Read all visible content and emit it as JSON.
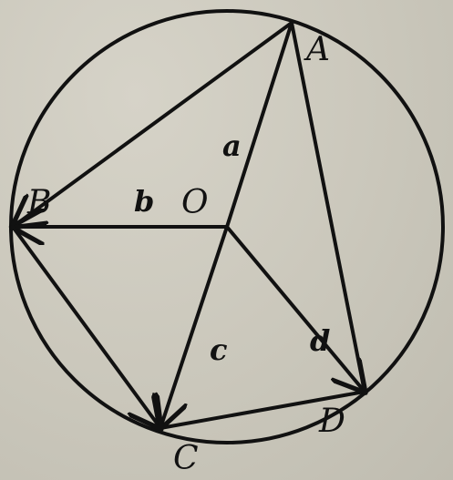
{
  "diagram": {
    "points": {
      "O": "O",
      "A": "A",
      "B": "B",
      "C": "C",
      "D": "D"
    },
    "vectors": {
      "a": "a",
      "b": "b",
      "c": "c",
      "d": "d"
    }
  },
  "colors": {
    "ink": "#111111",
    "background": "#cbc8bc"
  }
}
